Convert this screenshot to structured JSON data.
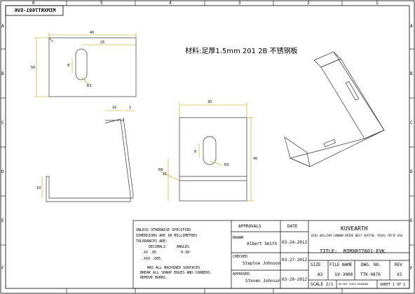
{
  "drawing": {
    "corner_code": "MIMXRT7601-EVK",
    "material_note": "材料:足厚1.5mm 201 2B  不锈钢板",
    "border_numbers_top": [
      "6",
      "5",
      "4",
      "3",
      "2",
      "1"
    ],
    "border_letters": [
      "A",
      "B",
      "C",
      "D",
      "E",
      "F"
    ],
    "dimensions": {
      "view1": {
        "width": "40",
        "slot_offset": "25",
        "height": "50",
        "slot": "8",
        "radius": "R3"
      },
      "view2": {
        "top": "10",
        "flange": "1",
        "bottom": "10"
      },
      "view3": {
        "width": "30",
        "height": "40",
        "slot": "8",
        "radius": "R3",
        "lower": "21",
        "angle": "R6"
      }
    }
  },
  "title_block": {
    "notes": {
      "l1": "UNLESS OTHERWISE SPECIFIED",
      "l2": "DIMENSIONS ARE IN  MILLIMETRES",
      "l3": "TOLERANCES ARE:",
      "l4": "DECIMALS",
      "l5": "ANGLES",
      "l6": ".XX  .05",
      "l7": "0-30'",
      "l8": ".XXX .005",
      "l9": "MAS ALL MACHINED SURFACES",
      "l10": "BREAK ALL SHARP EDGES AND CORNERS.",
      "l11": "REMOVE BURRS."
    },
    "approvals": {
      "header": "APPROVALS",
      "date_header": "DATE",
      "drawn_label": "DRAWN",
      "drawn_name": "Albert Smith",
      "drawn_date": "03-24-2012",
      "checked_label": "CHECKED",
      "checked_name": "Steptoe Johnson",
      "checked_date": "03-27-2012",
      "approved_label": "APPROVED",
      "approved_name": "Steven Johnson",
      "approved_date": "03-20-2012"
    },
    "company": {
      "name": "KUVEARTH",
      "address": "6501 WILLIAM CANNON DRIVE WEST AUSTIN, TEXAS 78735 USA"
    },
    "title_label": "TITLE:",
    "title_value": "MIMXRT7601-EVK",
    "size_label": "SIZE",
    "size_value": "A3",
    "file_label": "FILE NAME",
    "file_value": "UV-3008",
    "dwg_label": "DWG. NO.",
    "dwg_value": "TTK-0876",
    "rev_label": "REV",
    "rev_value": "X3",
    "scale": "SCALE 2/1",
    "no_scale": "DO NOT SCALE DRAWING",
    "sheet": "SHEET 1 OF 1"
  }
}
